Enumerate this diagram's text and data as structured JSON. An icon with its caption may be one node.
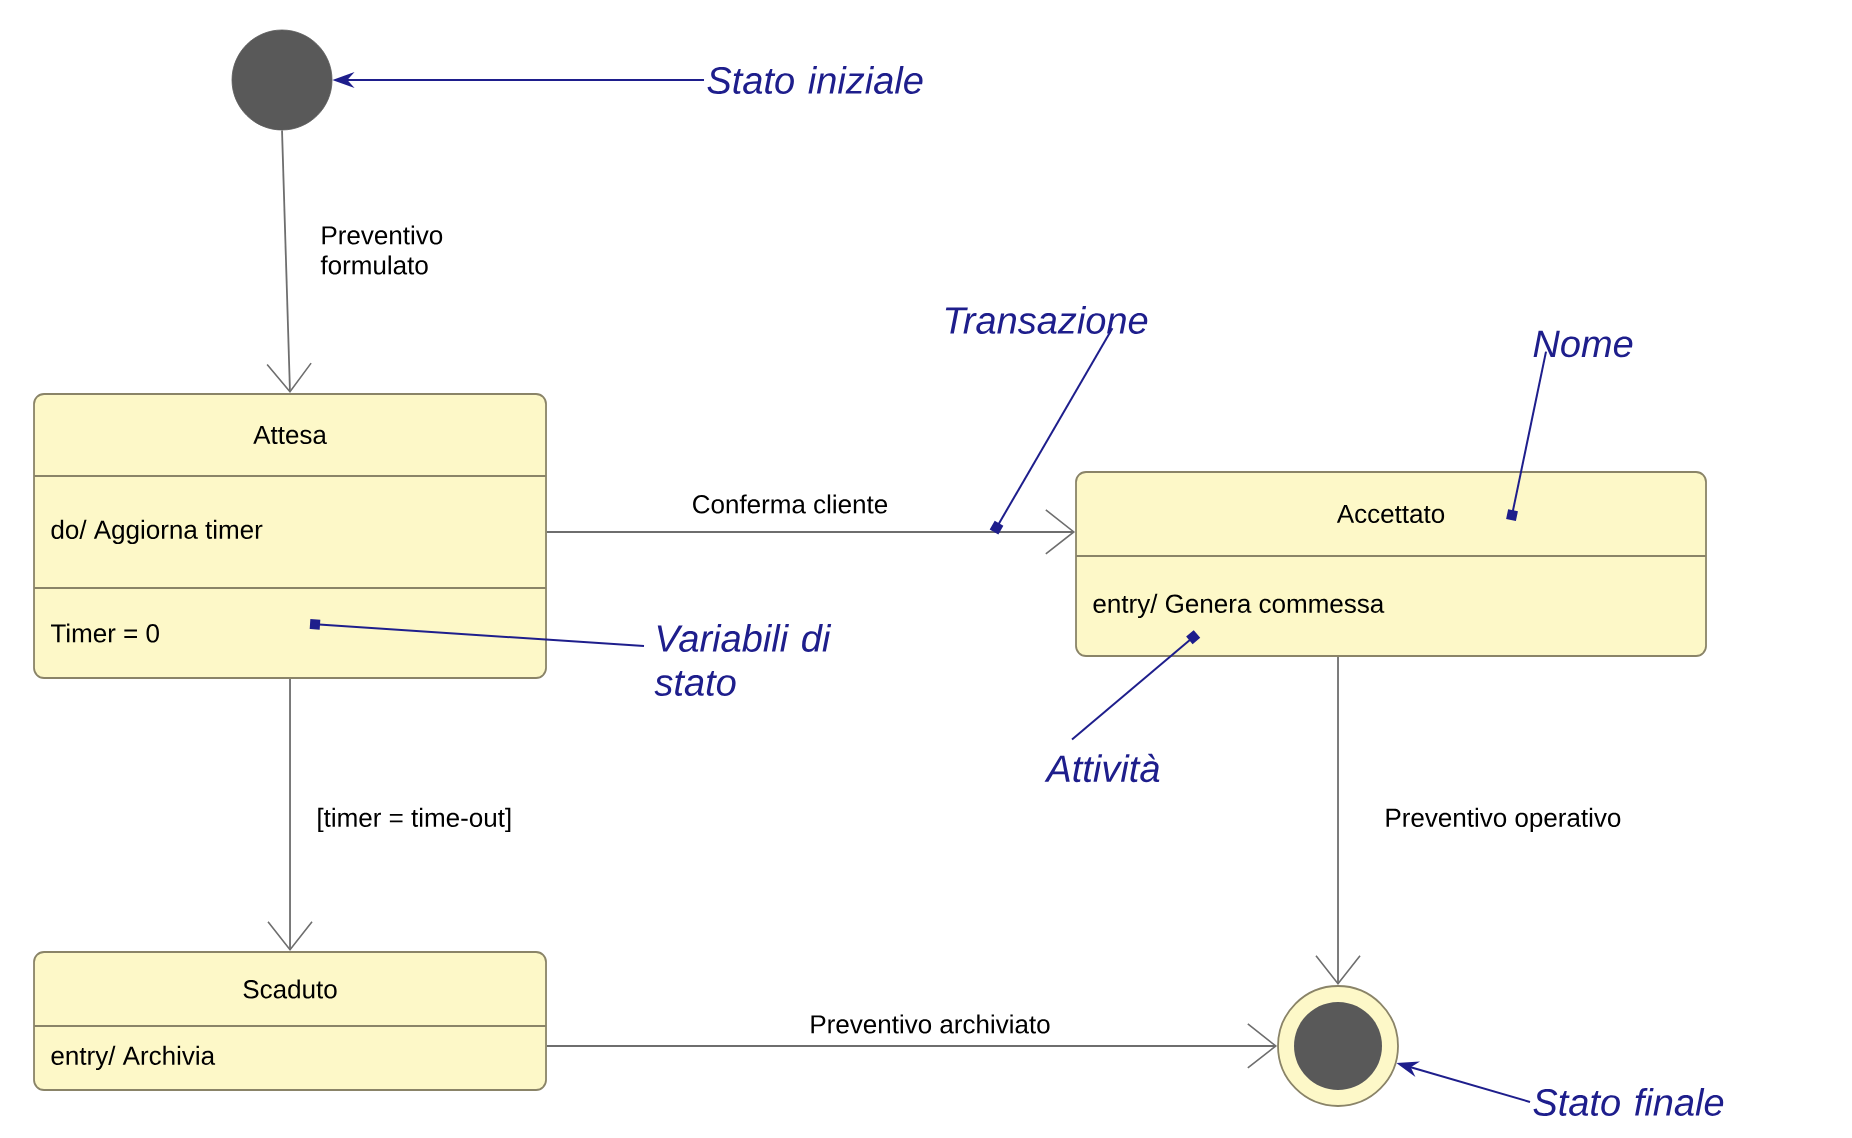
{
  "diagram": {
    "nodes": [
      {
        "text": [],
        "shape": "circle"
      },
      {
        "text": [
          "Attesa",
          "do/ Aggiorna timer",
          "Timer = 0"
        ]
      },
      {
        "text": [
          "Accettato",
          "entry/ Genera commessa"
        ]
      },
      {
        "text": [
          "Scaduto",
          "entry/ Archivia"
        ]
      },
      {
        "text": [],
        "shape": "circle"
      },
      {
        "text": [
          "Stato iniziale"
        ]
      },
      {
        "text": [
          "Transazione"
        ]
      },
      {
        "text": [
          "Nome"
        ]
      },
      {
        "text": [
          "Variabili di stato"
        ]
      },
      {
        "text": [
          "Attività"
        ]
      },
      {
        "text": [
          "Stato finale"
        ]
      }
    ],
    "edges": [
      {
        "from": 0,
        "to": 1,
        "arrow": "to",
        "label": "Preventivo formulato"
      },
      {
        "from": 1,
        "to": 2,
        "arrow": "to",
        "label": "Conferma cliente"
      },
      {
        "from": 1,
        "to": 3,
        "arrow": "to",
        "label": "[timer = time-out]"
      },
      {
        "from": 3,
        "to": 4,
        "arrow": "to",
        "label": "Preventivo archiviato"
      },
      {
        "from": 2,
        "to": 4,
        "arrow": "to",
        "label": "Preventivo operativo"
      },
      {
        "from": 5,
        "to": 0,
        "arrow": "to",
        "color": "#1e1e8c"
      },
      {
        "from": 6,
        "to": null,
        "arrow": "other",
        "color": "#1e1e8c"
      },
      {
        "from": 7,
        "to": 2,
        "arrow": "other",
        "color": "#1e1e8c"
      },
      {
        "from": 8,
        "to": 1,
        "arrow": "other",
        "color": "#1e1e8c"
      },
      {
        "from": 9,
        "to": 2,
        "arrow": "other",
        "color": "#1e1e8c"
      },
      {
        "from": 10,
        "to": 4,
        "arrow": "to",
        "color": "#1e1e8c"
      }
    ]
  }
}
